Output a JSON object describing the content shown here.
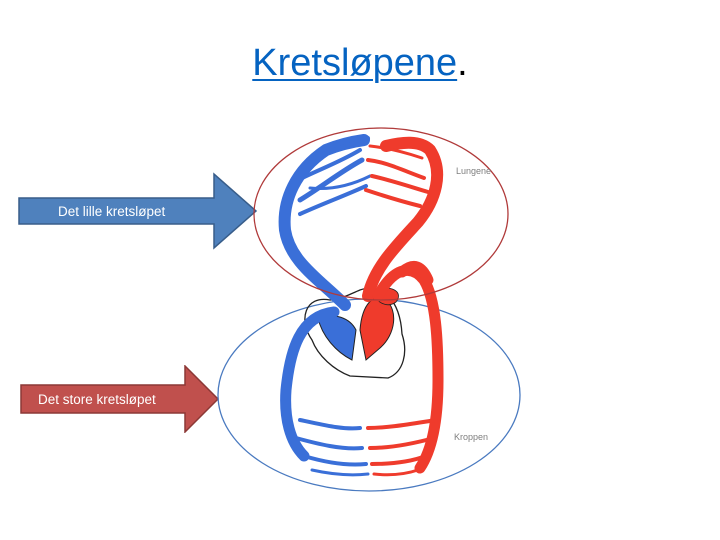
{
  "slide": {
    "title_link": "Kretsløpene",
    "title_suffix": "."
  },
  "arrows": {
    "small_circulation": "Det lille kretsløpet",
    "large_circulation": "Det store kretsløpet"
  },
  "diagram": {
    "lungs_label": "Lungene",
    "body_label": "Kroppen"
  },
  "colors": {
    "title_link": "#0563c1",
    "arrow_blue": "#4f81bd",
    "arrow_red": "#c0504d",
    "oxygen_poor_blood": "#3a6fd8",
    "oxygen_rich_blood": "#ef3b2c",
    "upper_ellipse": "#b03a3a",
    "lower_ellipse": "#4a7ac0"
  }
}
